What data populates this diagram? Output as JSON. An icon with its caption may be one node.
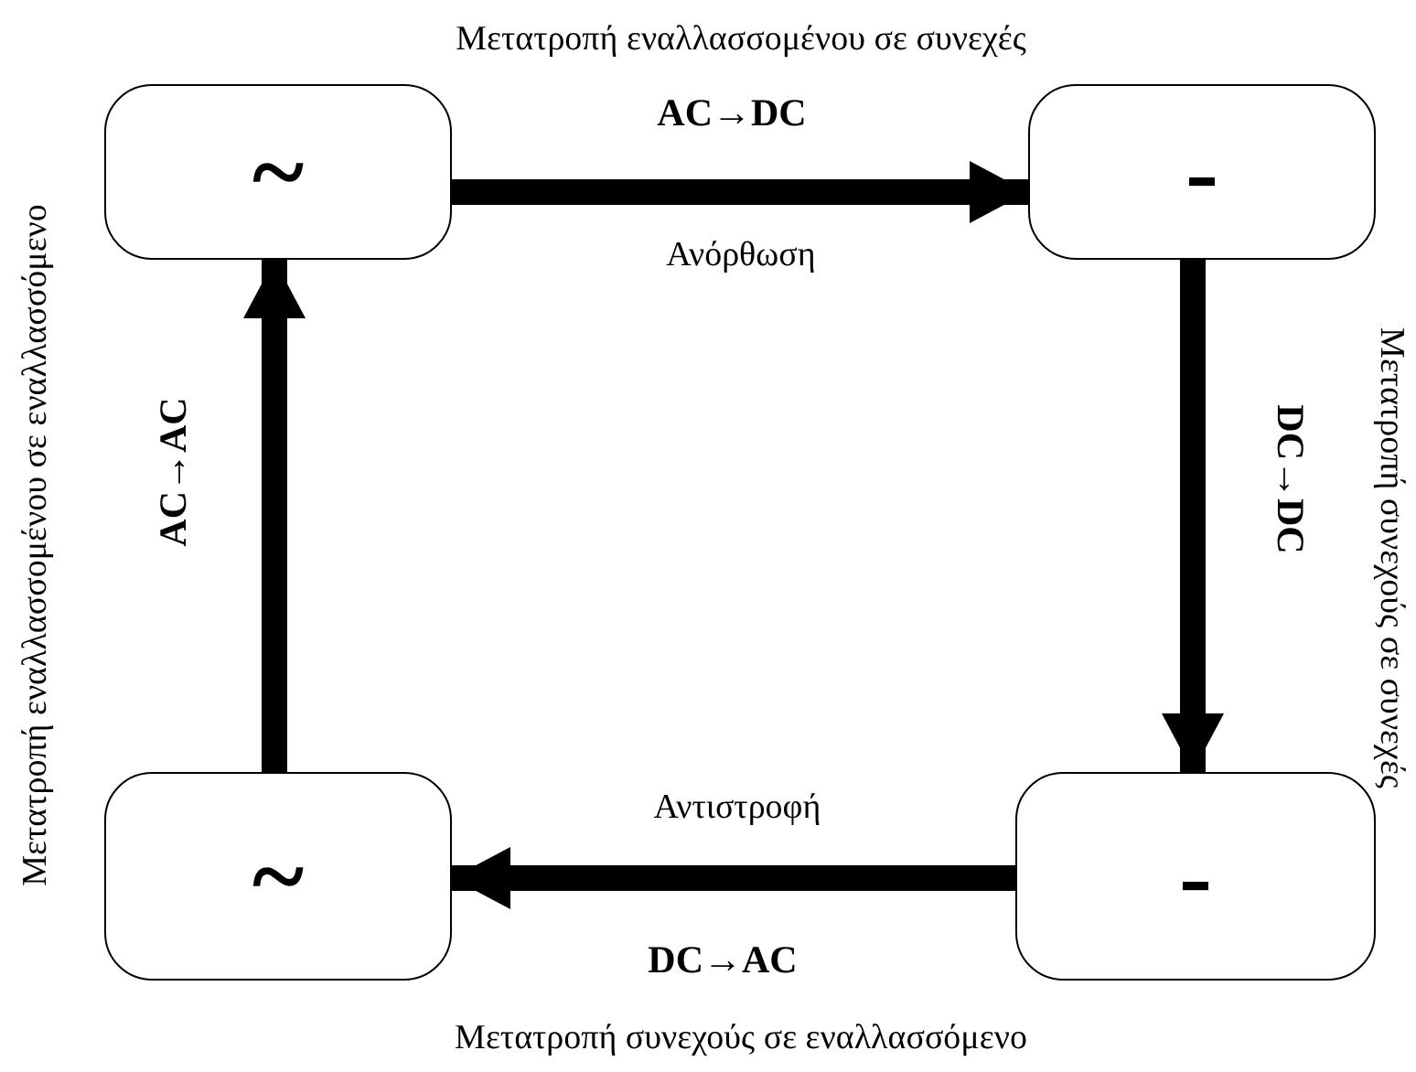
{
  "diagram": {
    "nodes": [
      {
        "text": [
          "~"
        ]
      },
      {
        "text": [
          "-"
        ]
      },
      {
        "text": [
          "~"
        ]
      },
      {
        "text": [
          "-"
        ]
      }
    ],
    "edges": [
      {
        "from": 0,
        "to": 1,
        "arrow": "to",
        "label": "AC→DC"
      },
      {
        "from": 1,
        "to": 3,
        "arrow": "to",
        "label": "DC→DC"
      },
      {
        "from": 3,
        "to": 2,
        "arrow": "to",
        "label": "DC→AC"
      },
      {
        "from": 2,
        "to": 0,
        "arrow": "to",
        "label": "AC→AC"
      }
    ],
    "labels": [
      "Μετατροπή εναλλασσομένου σε συνεχές",
      "Μετατροπή εναλλασσομένου σε εναλλασσόμενο",
      "Ανόρθωση",
      "Μετατροπή συνεχούς σε συνεχές",
      "Αντιστροφή",
      "Μετατροπή συνεχούς σε εναλλασσόμενο"
    ]
  }
}
